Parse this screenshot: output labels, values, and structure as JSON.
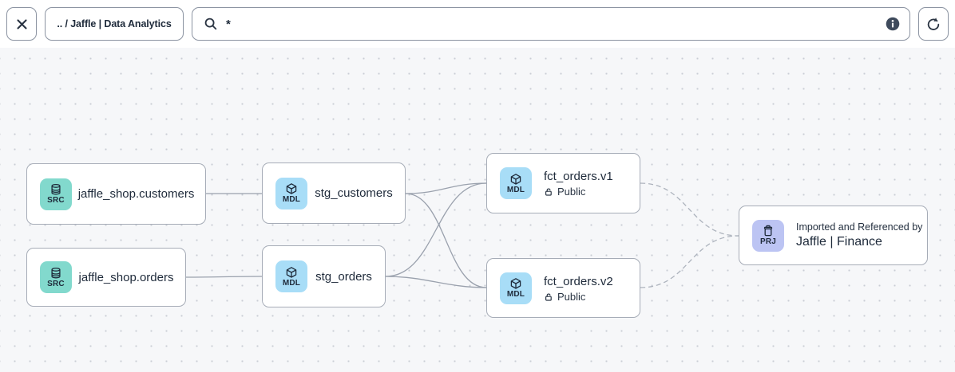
{
  "toolbar": {
    "breadcrumb": ".. / Jaffle | Data Analytics",
    "search": {
      "value": "*"
    }
  },
  "nodes": {
    "src_customers": {
      "badge": "SRC",
      "title": "jaffle_shop.customers",
      "type": "source"
    },
    "src_orders": {
      "badge": "SRC",
      "title": "jaffle_shop.orders",
      "type": "source"
    },
    "stg_customers": {
      "badge": "MDL",
      "title": "stg_customers",
      "type": "model"
    },
    "stg_orders": {
      "badge": "MDL",
      "title": "stg_orders",
      "type": "model"
    },
    "fct_v1": {
      "badge": "MDL",
      "title": "fct_orders.v1",
      "access": "Public",
      "type": "model"
    },
    "fct_v2": {
      "badge": "MDL",
      "title": "fct_orders.v2",
      "access": "Public",
      "type": "model"
    },
    "prj": {
      "badge": "PRJ",
      "subtitle": "Imported and Referenced by",
      "title": "Jaffle | Finance",
      "type": "project"
    }
  },
  "edges": [
    {
      "from": "jaffle_shop.customers",
      "to": "stg_customers",
      "style": "solid"
    },
    {
      "from": "jaffle_shop.orders",
      "to": "stg_orders",
      "style": "solid"
    },
    {
      "from": "stg_customers",
      "to": "fct_orders.v1",
      "style": "solid"
    },
    {
      "from": "stg_customers",
      "to": "fct_orders.v2",
      "style": "solid"
    },
    {
      "from": "stg_orders",
      "to": "fct_orders.v1",
      "style": "solid"
    },
    {
      "from": "stg_orders",
      "to": "fct_orders.v2",
      "style": "solid"
    },
    {
      "from": "fct_orders.v1",
      "to": "Jaffle | Finance",
      "style": "dashed"
    },
    {
      "from": "fct_orders.v2",
      "to": "Jaffle | Finance",
      "style": "dashed"
    }
  ],
  "colors": {
    "text": "#1e2a3a",
    "canvas_bg": "#f6f7f9",
    "dot": "#c9cdd5",
    "node_border": "#a6acb7",
    "button_border": "#8b93a1",
    "edge": "#9aa1ad",
    "edge_dashed": "#adb3bd",
    "badge_src": "#82d9cd",
    "badge_mdl": "#a8ddf7",
    "badge_prj": "#bcc4f3",
    "info_icon_bg": "#3e4a5c"
  }
}
